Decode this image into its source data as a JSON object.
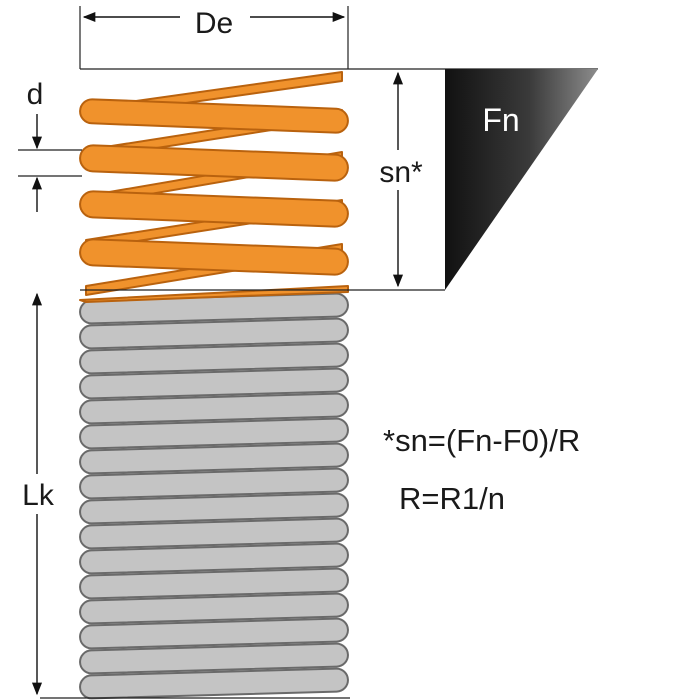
{
  "labels": {
    "outer_diameter": "De",
    "wire_diameter": "d",
    "travel": "sn*",
    "force": "Fn",
    "length": "Lk"
  },
  "formulas": {
    "line1": "*sn=(Fn-F0)/R",
    "line2": "R=R1/n"
  },
  "colors": {
    "active_coil": "#F0922C",
    "active_coil_dark": "#B9620E",
    "inactive_coil": "#C4C4C4",
    "inactive_coil_dark": "#6A6A6A",
    "force_triangle_dark": "#111111",
    "force_triangle_light": "#8C8C8C"
  }
}
